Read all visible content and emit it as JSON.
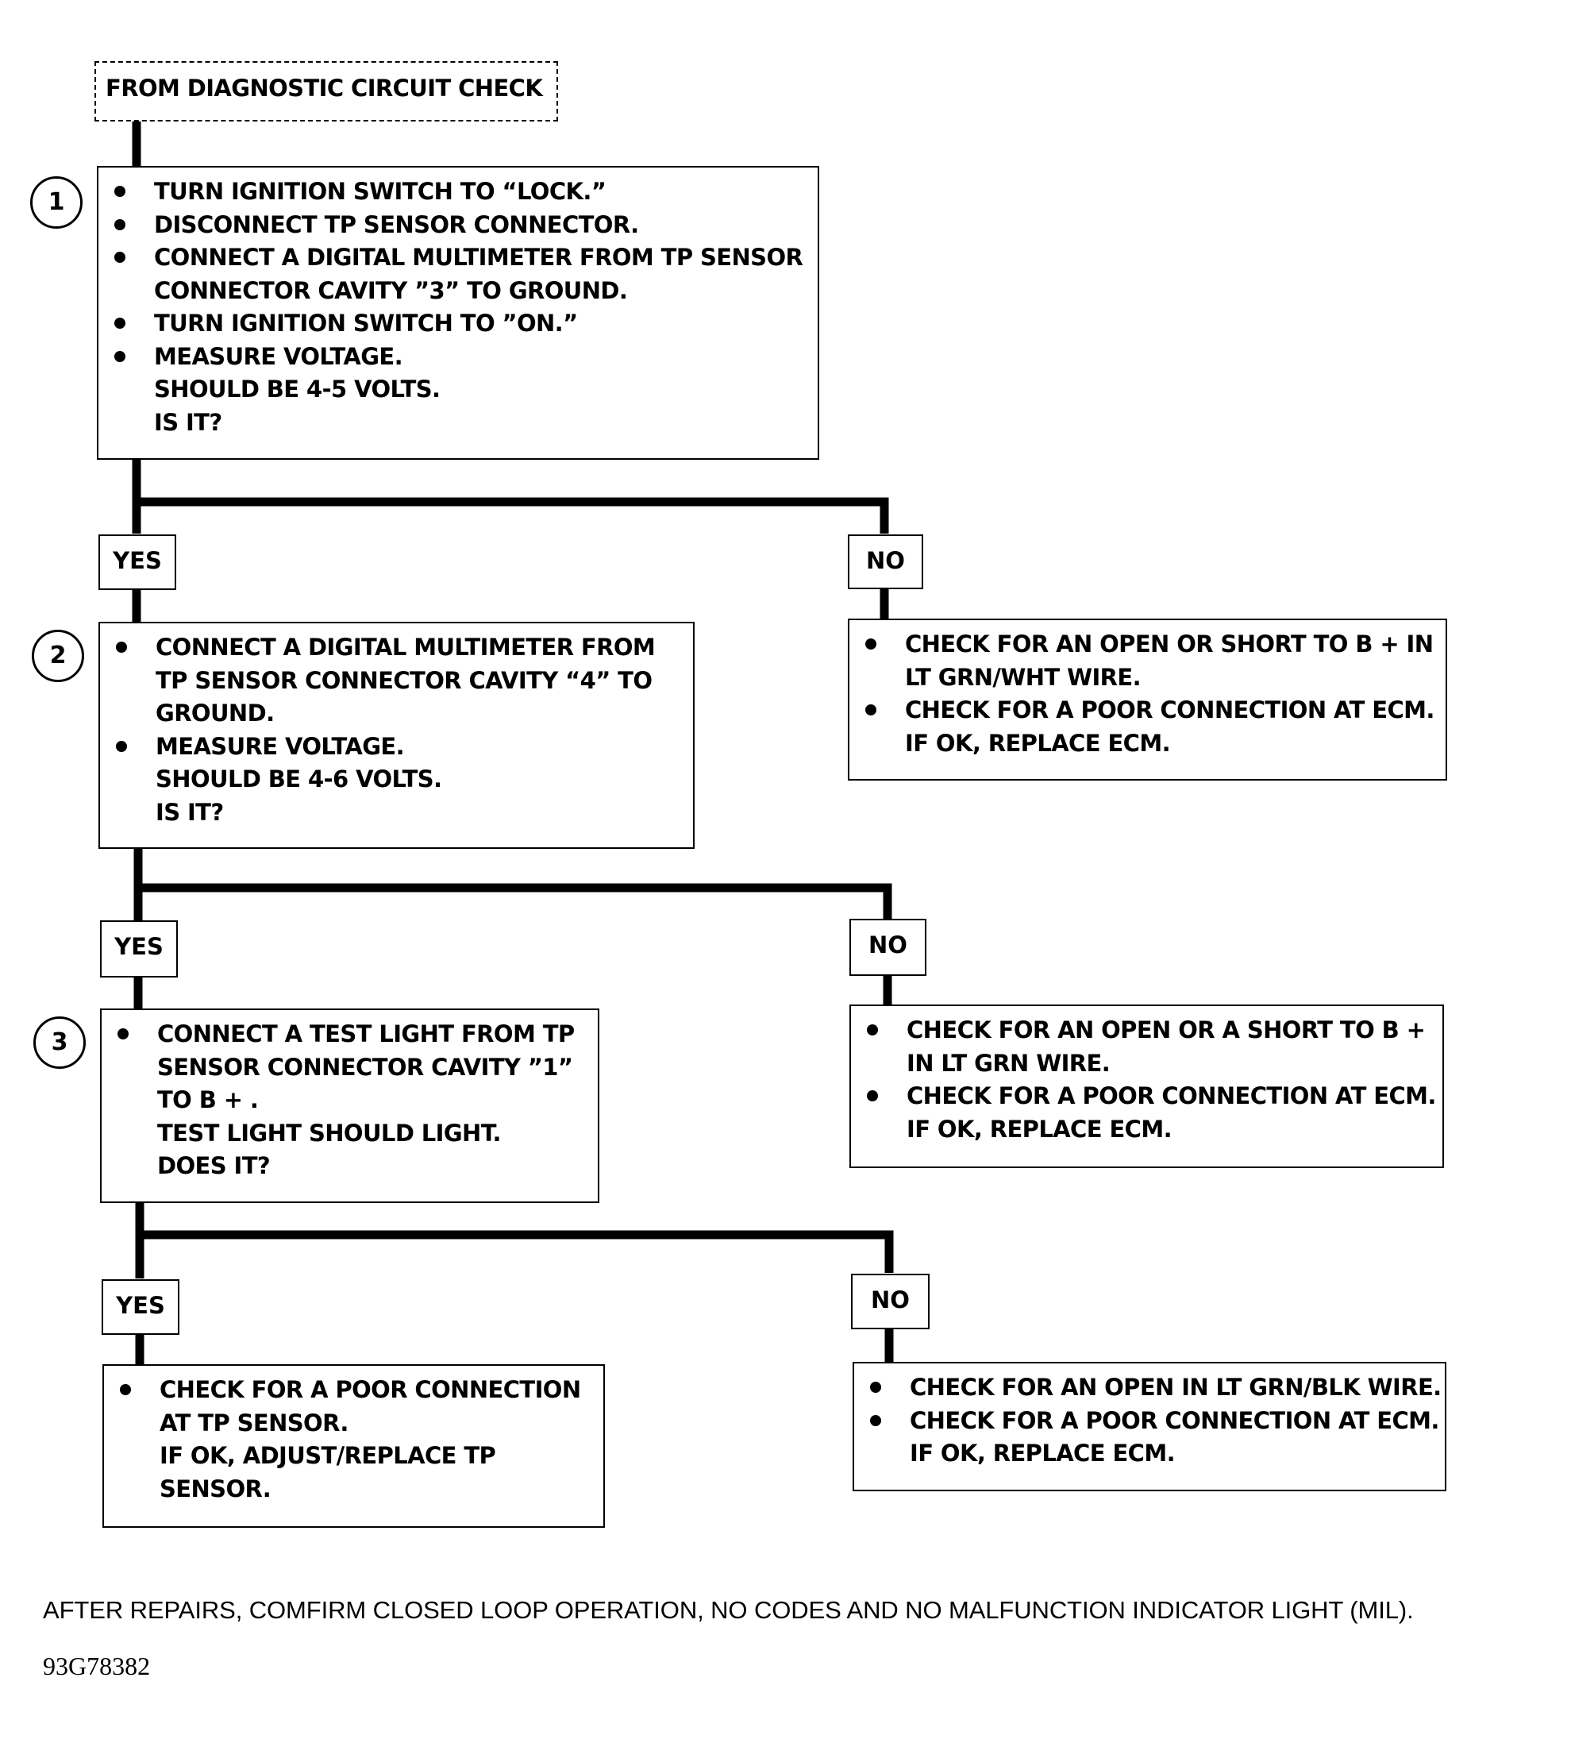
{
  "flowchart": {
    "start": {
      "text": "FROM DIAGNOSTIC CIRCUIT CHECK"
    },
    "steps": [
      {
        "number": "1",
        "lines": [
          {
            "text": "TURN IGNITION SWITCH TO “LOCK.”",
            "bullet": true
          },
          {
            "text": "DISCONNECT TP SENSOR CONNECTOR.",
            "bullet": true
          },
          {
            "text": "CONNECT A DIGITAL MULTIMETER FROM TP SENSOR",
            "bullet": true
          },
          {
            "text": "CONNECTOR CAVITY ”3” TO GROUND.",
            "bullet": false
          },
          {
            "text": "TURN IGNITION SWITCH TO ”ON.”",
            "bullet": true
          },
          {
            "text": "MEASURE VOLTAGE.",
            "bullet": true
          },
          {
            "text": "SHOULD BE 4-5 VOLTS.",
            "bullet": false
          },
          {
            "text": "IS IT?",
            "bullet": false
          }
        ],
        "yes_label": "YES",
        "no_label": "NO",
        "no_action": [
          {
            "text": "CHECK FOR AN OPEN OR SHORT TO B +  IN",
            "bullet": true
          },
          {
            "text": "LT GRN/WHT WIRE.",
            "bullet": false
          },
          {
            "text": "CHECK FOR A POOR CONNECTION AT ECM.",
            "bullet": true
          },
          {
            "text": "IF OK, REPLACE ECM.",
            "bullet": false
          }
        ]
      },
      {
        "number": "2",
        "lines": [
          {
            "text": "CONNECT A DIGITAL MULTIMETER FROM",
            "bullet": true
          },
          {
            "text": "TP SENSOR CONNECTOR CAVITY “4” TO",
            "bullet": false
          },
          {
            "text": "GROUND.",
            "bullet": false
          },
          {
            "text": "MEASURE VOLTAGE.",
            "bullet": true
          },
          {
            "text": "SHOULD BE 4-6 VOLTS.",
            "bullet": false
          },
          {
            "text": "IS IT?",
            "bullet": false
          }
        ],
        "yes_label": "YES",
        "no_label": "NO",
        "no_action": [
          {
            "text": "CHECK FOR AN OPEN OR A SHORT TO B +",
            "bullet": true
          },
          {
            "text": "IN LT GRN WIRE.",
            "bullet": false
          },
          {
            "text": "CHECK FOR A POOR CONNECTION AT ECM.",
            "bullet": true
          },
          {
            "text": "IF OK, REPLACE ECM.",
            "bullet": false
          }
        ]
      },
      {
        "number": "3",
        "lines": [
          {
            "text": "CONNECT A TEST LIGHT FROM TP",
            "bullet": true
          },
          {
            "text": "SENSOR CONNECTOR CAVITY ”1”",
            "bullet": false
          },
          {
            "text": "TO B + .",
            "bullet": false
          },
          {
            "text": "TEST LIGHT SHOULD LIGHT.",
            "bullet": false
          },
          {
            "text": "DOES IT?",
            "bullet": false
          }
        ],
        "yes_label": "YES",
        "no_label": "NO",
        "yes_action": [
          {
            "text": "CHECK FOR A POOR CONNECTION",
            "bullet": true
          },
          {
            "text": "AT TP SENSOR.",
            "bullet": false
          },
          {
            "text": "IF OK, ADJUST/REPLACE TP",
            "bullet": false
          },
          {
            "text": "SENSOR.",
            "bullet": false
          }
        ],
        "no_action": [
          {
            "text": "CHECK FOR AN OPEN IN LT GRN/BLK WIRE.",
            "bullet": true
          },
          {
            "text": "CHECK FOR A POOR CONNECTION AT ECM.",
            "bullet": true
          },
          {
            "text": "IF OK, REPLACE ECM.",
            "bullet": false
          }
        ]
      }
    ]
  },
  "footer": {
    "note": "AFTER REPAIRS, COMFIRM CLOSED LOOP OPERATION, NO CODES AND NO MALFUNCTION INDICATOR LIGHT (MIL).",
    "figure_code": "93G78382"
  }
}
